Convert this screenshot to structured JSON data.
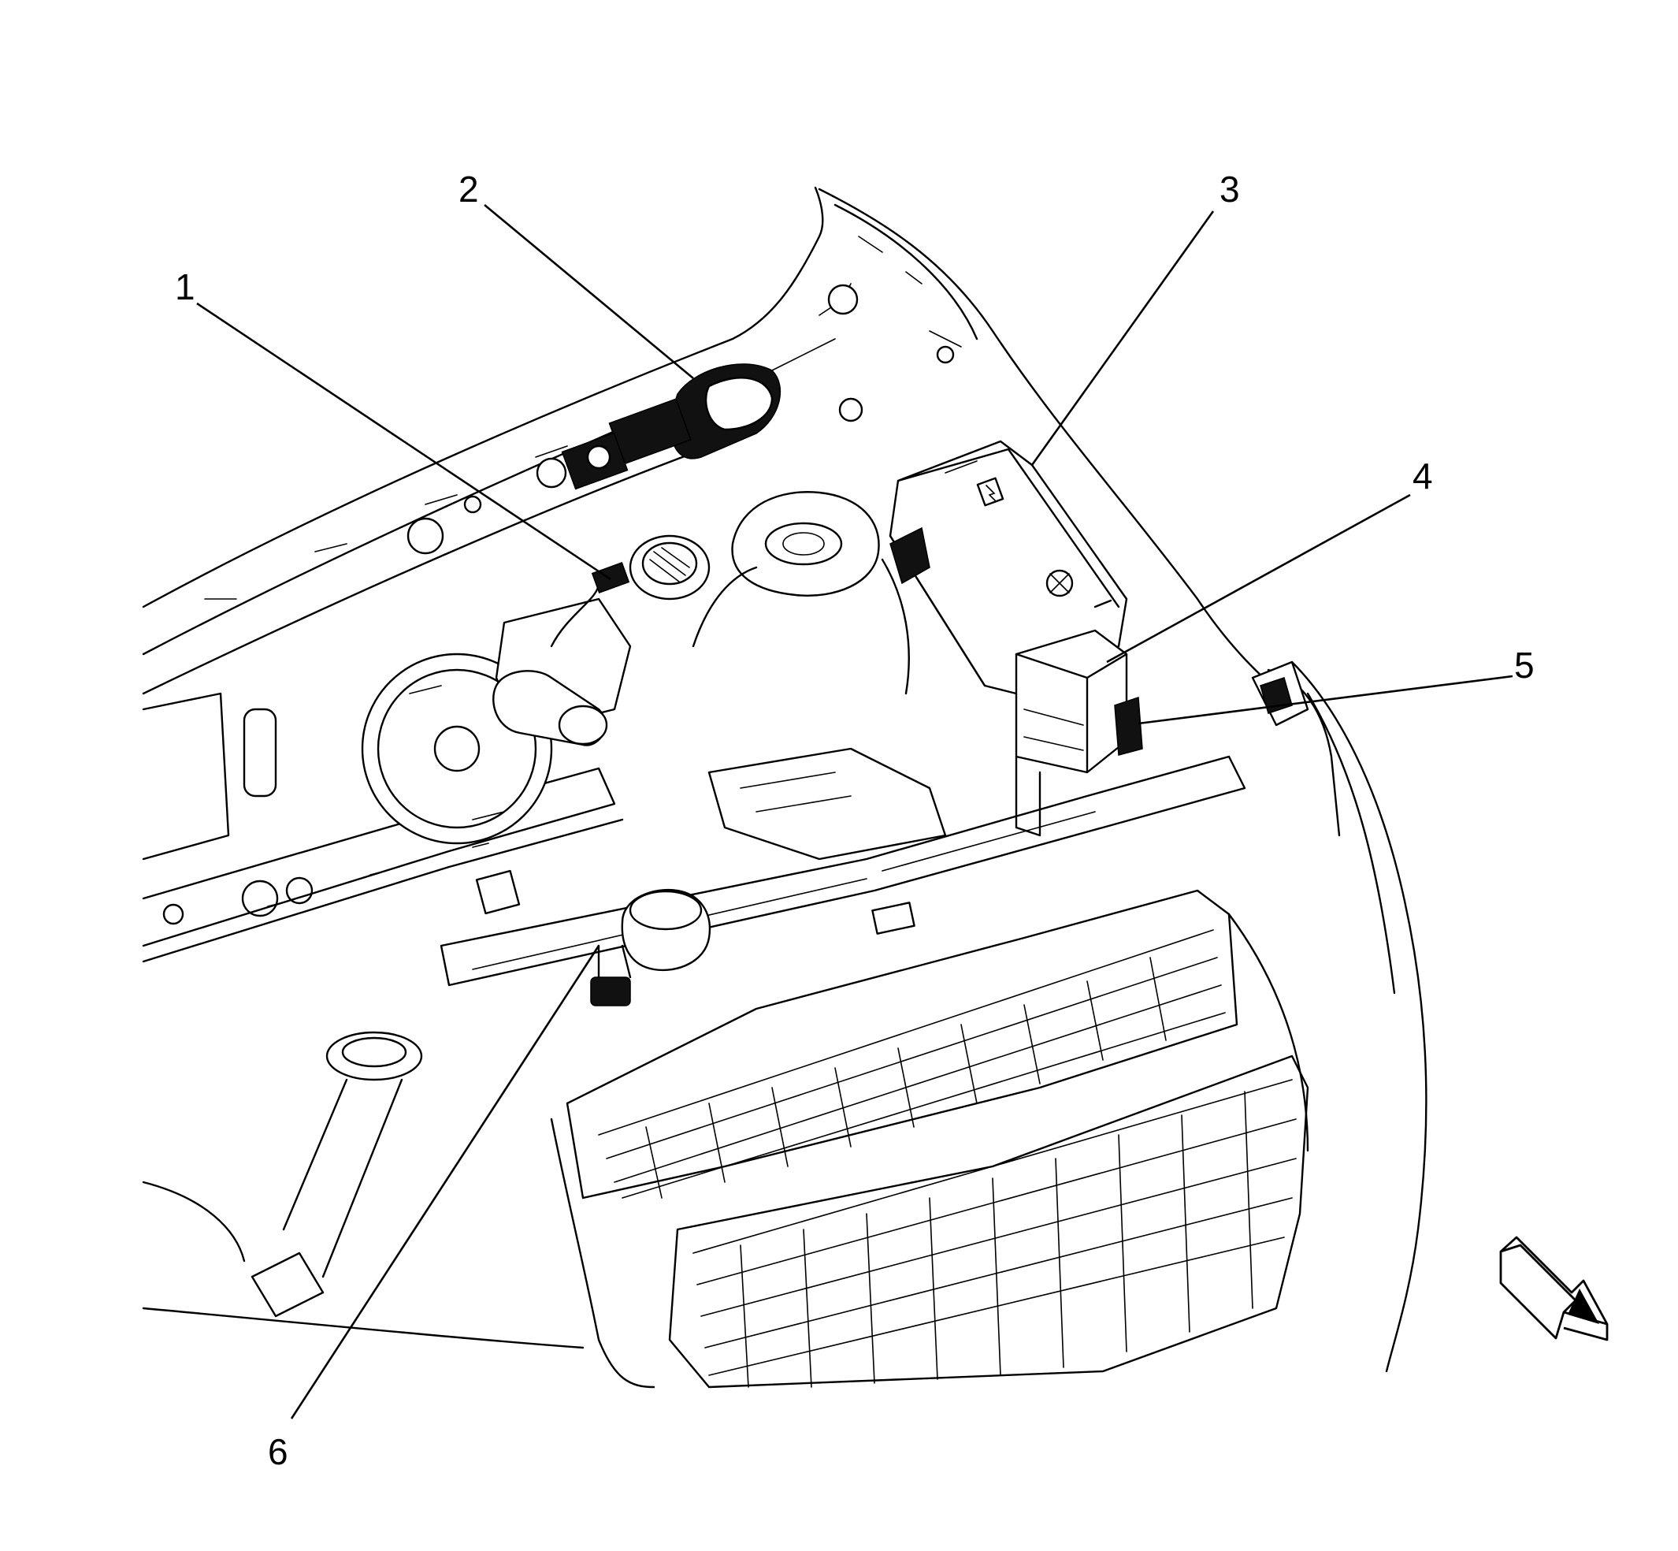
{
  "figure": {
    "callouts": [
      {
        "id": 1,
        "label": "1"
      },
      {
        "id": 2,
        "label": "2"
      },
      {
        "id": 3,
        "label": "3"
      },
      {
        "id": 4,
        "label": "4"
      },
      {
        "id": 5,
        "label": "5"
      },
      {
        "id": 6,
        "label": "6"
      }
    ],
    "orientation_arrow": "forward-direction-arrow-icon"
  }
}
